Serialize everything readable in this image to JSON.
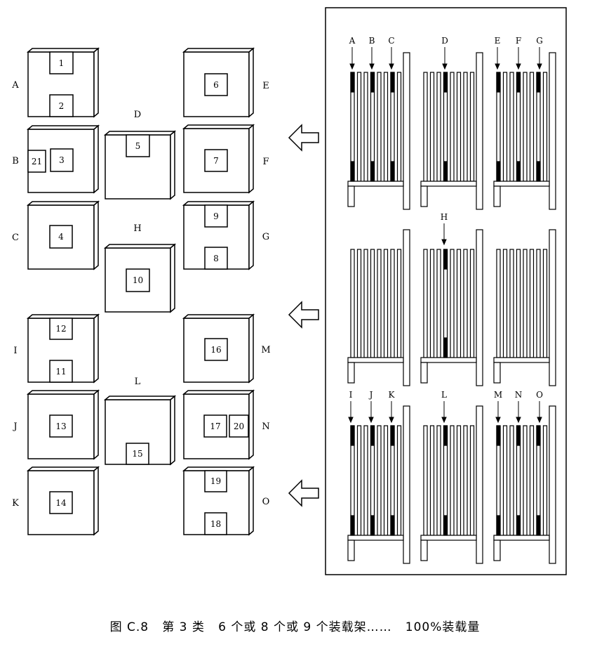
{
  "caption": "图 C.8   第 3 类   6 个或 8 个或 9 个装载架……   100%装载量",
  "boxes": [
    {
      "label": "A",
      "items": [
        "1",
        "2"
      ]
    },
    {
      "label": "B",
      "items": [
        "21",
        "3"
      ]
    },
    {
      "label": "C",
      "items": [
        "4"
      ]
    },
    {
      "label": "D",
      "items": [
        "5"
      ]
    },
    {
      "label": "E",
      "items": [
        "6"
      ]
    },
    {
      "label": "F",
      "items": [
        "7"
      ]
    },
    {
      "label": "G",
      "items": [
        "9",
        "8"
      ]
    },
    {
      "label": "H",
      "items": [
        "10"
      ]
    },
    {
      "label": "I",
      "items": [
        "12",
        "11"
      ]
    },
    {
      "label": "J",
      "items": [
        "13"
      ]
    },
    {
      "label": "K",
      "items": [
        "14"
      ]
    },
    {
      "label": "L",
      "items": [
        "15"
      ]
    },
    {
      "label": "M",
      "items": [
        "16"
      ]
    },
    {
      "label": "N",
      "items": [
        "17",
        "20"
      ]
    },
    {
      "label": "O",
      "items": [
        "19",
        "18"
      ]
    }
  ],
  "racks": {
    "row1": [
      "A",
      "B",
      "C",
      "D",
      "E",
      "F",
      "G"
    ],
    "row2": [
      "H"
    ],
    "row3": [
      "I",
      "J",
      "K",
      "L",
      "M",
      "N",
      "O"
    ]
  }
}
